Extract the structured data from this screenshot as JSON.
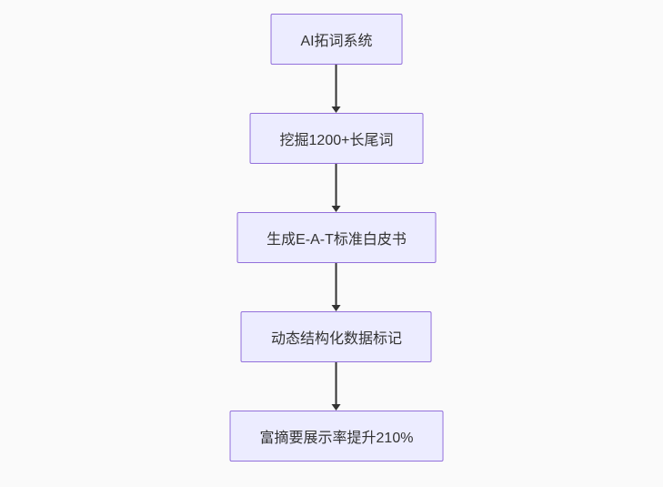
{
  "diagram": {
    "type": "flowchart",
    "direction": "top-down",
    "colors": {
      "background": "#fafafa",
      "node_fill": "#ECECFF",
      "node_border": "#9370DB",
      "arrow_color": "#333333",
      "text_color": "#333333"
    },
    "nodes": [
      {
        "id": "node-1",
        "label": "AI拓词系统"
      },
      {
        "id": "node-2",
        "label": "挖掘1200+长尾词"
      },
      {
        "id": "node-3",
        "label": "生成E-A-T标准白皮书"
      },
      {
        "id": "node-4",
        "label": "动态结构化数据标记"
      },
      {
        "id": "node-5",
        "label": "富摘要展示率提升210%"
      }
    ],
    "edges": [
      {
        "from": "node-1",
        "to": "node-2"
      },
      {
        "from": "node-2",
        "to": "node-3"
      },
      {
        "from": "node-3",
        "to": "node-4"
      },
      {
        "from": "node-4",
        "to": "node-5"
      }
    ]
  }
}
